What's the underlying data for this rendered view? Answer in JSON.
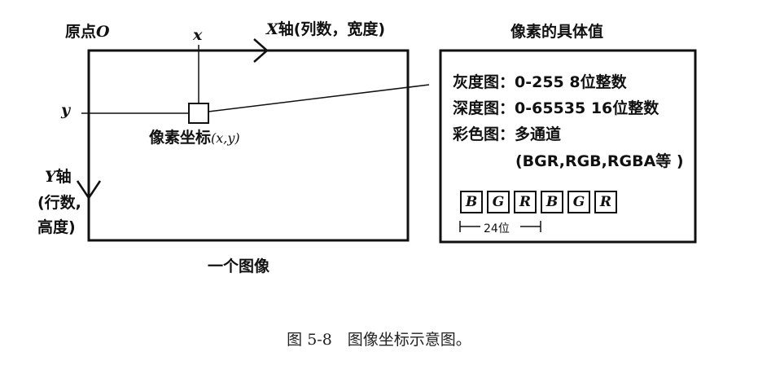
{
  "image_panel": {
    "origin_text": "原点",
    "origin_symbol": "O",
    "x_symbol": "x",
    "y_symbol": "y",
    "x_axis_symbol": "X",
    "x_axis_text": "轴(列数，宽度)",
    "y_axis_symbol": "Y",
    "y_axis_text_1": "轴",
    "y_axis_text_2": "(行数,",
    "y_axis_text_3": "高度)",
    "pixel_coord_text": "像素坐标",
    "pixel_coord_math": "(x,y)",
    "panel_label": "一个图像"
  },
  "pixel_value_panel": {
    "title": "像素的具体值",
    "lines": [
      "灰度图：0-255 8位整数",
      "深度图：0-65535 16位整数",
      "彩色图：多通道",
      "(BGR,RGB,RGBA等 )"
    ],
    "channels": [
      "B",
      "G",
      "R",
      "B",
      "G",
      "R"
    ],
    "bit_label": "24位"
  },
  "caption": "图 5-8　图像坐标示意图。"
}
